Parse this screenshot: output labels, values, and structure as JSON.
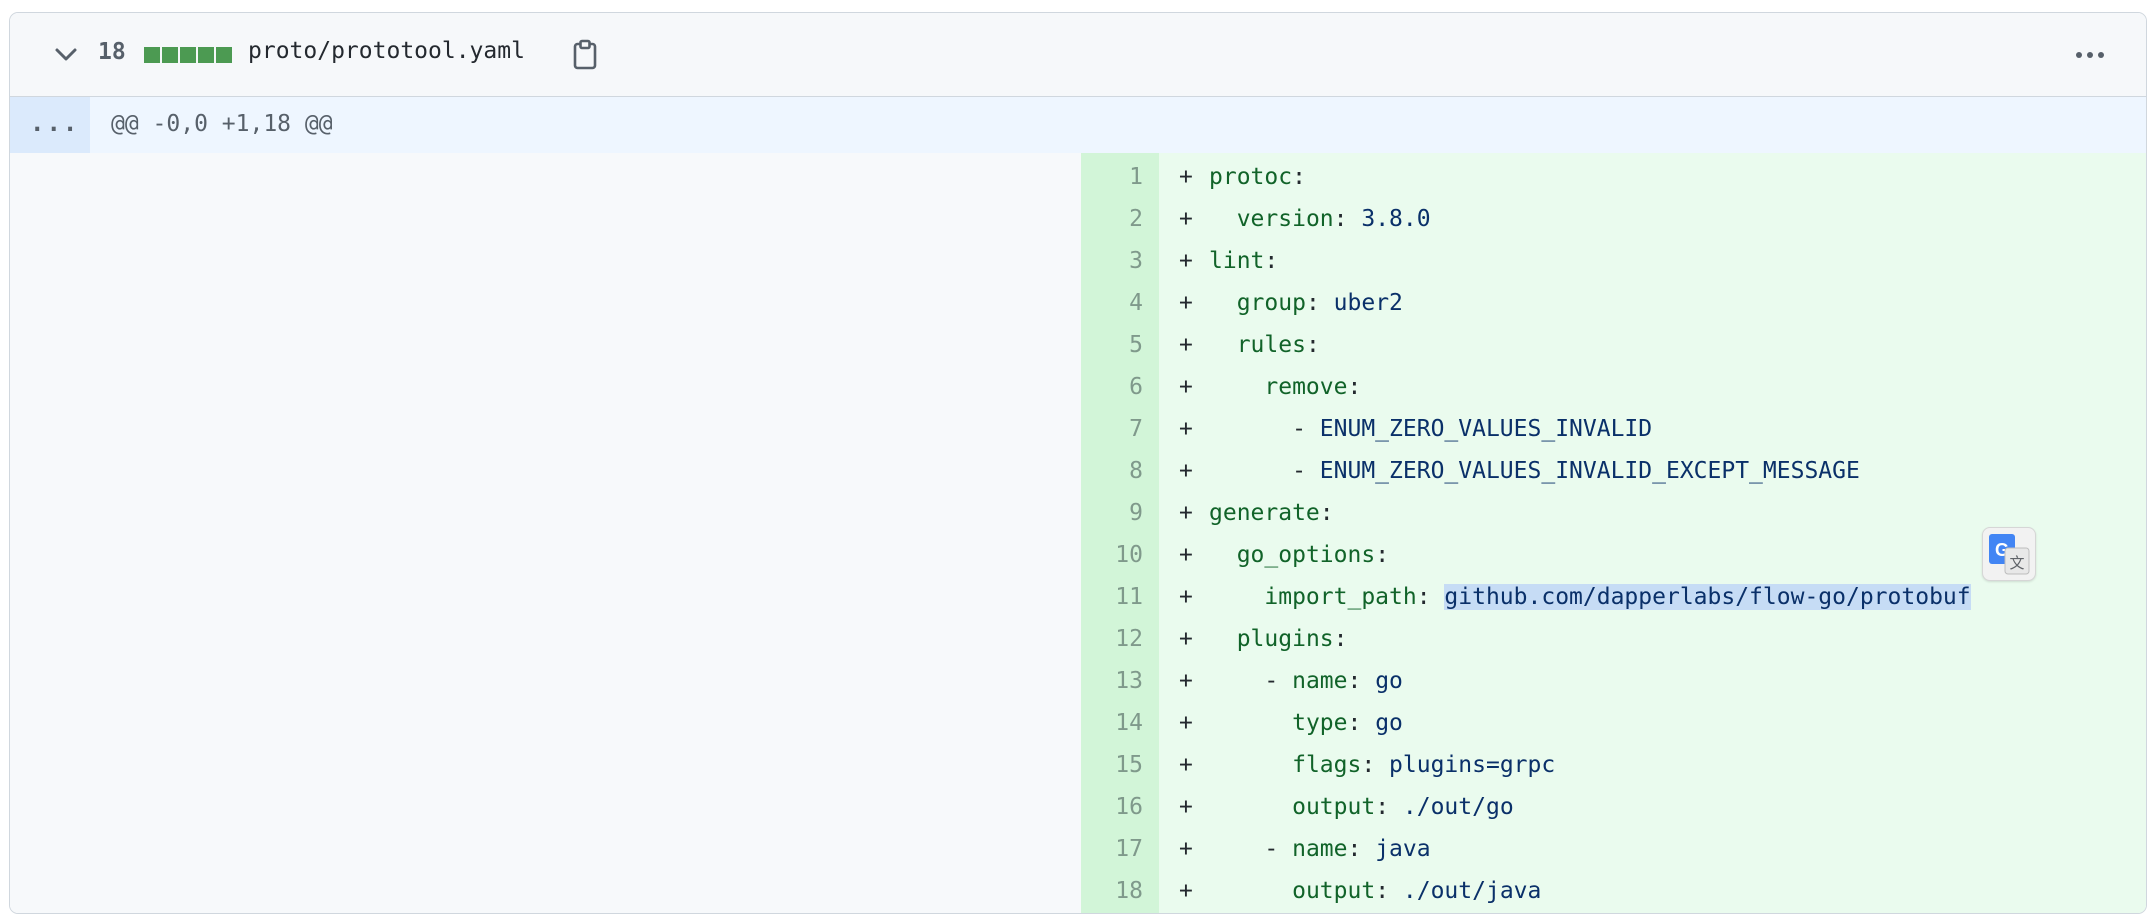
{
  "file_header": {
    "additions_count": "18",
    "diffstat_blocks": 5,
    "diffstat_color": "#4c9a52",
    "file_path": "proto/prototool.yaml",
    "icons": {
      "collapse": "chevron-down-icon",
      "copy": "clipboard-icon",
      "more": "kebab-horizontal-icon"
    }
  },
  "hunk": {
    "expander_label": "...",
    "header": "@@ -0,0 +1,18 @@"
  },
  "diff": {
    "colors": {
      "addition_bg": "#eafbee",
      "addition_num_bg": "#d2f5d8",
      "key": "#116329",
      "value": "#0a3069",
      "selection": "#c6dcf5"
    },
    "lines": [
      {
        "num": "1",
        "marker": "+",
        "indent": "",
        "key": "protoc",
        "sep": ":",
        "value": ""
      },
      {
        "num": "2",
        "marker": "+",
        "indent": "  ",
        "key": "version",
        "sep": ": ",
        "value": "3.8.0"
      },
      {
        "num": "3",
        "marker": "+",
        "indent": "",
        "key": "lint",
        "sep": ":",
        "value": ""
      },
      {
        "num": "4",
        "marker": "+",
        "indent": "  ",
        "key": "group",
        "sep": ": ",
        "value": "uber2"
      },
      {
        "num": "5",
        "marker": "+",
        "indent": "  ",
        "key": "rules",
        "sep": ":",
        "value": ""
      },
      {
        "num": "6",
        "marker": "+",
        "indent": "    ",
        "key": "remove",
        "sep": ":",
        "value": ""
      },
      {
        "num": "7",
        "marker": "+",
        "indent": "      ",
        "key": "",
        "sep": "- ",
        "value": "ENUM_ZERO_VALUES_INVALID"
      },
      {
        "num": "8",
        "marker": "+",
        "indent": "      ",
        "key": "",
        "sep": "- ",
        "value": "ENUM_ZERO_VALUES_INVALID_EXCEPT_MESSAGE"
      },
      {
        "num": "9",
        "marker": "+",
        "indent": "",
        "key": "generate",
        "sep": ":",
        "value": ""
      },
      {
        "num": "10",
        "marker": "+",
        "indent": "  ",
        "key": "go_options",
        "sep": ":",
        "value": ""
      },
      {
        "num": "11",
        "marker": "+",
        "indent": "    ",
        "key": "import_path",
        "sep": ": ",
        "value": "github.com/dapperlabs/flow-go/protobuf",
        "selected": true
      },
      {
        "num": "12",
        "marker": "+",
        "indent": "  ",
        "key": "plugins",
        "sep": ":",
        "value": ""
      },
      {
        "num": "13",
        "marker": "+",
        "indent": "    ",
        "key": "name",
        "sep": ": ",
        "value": "go",
        "dash": "- "
      },
      {
        "num": "14",
        "marker": "+",
        "indent": "      ",
        "key": "type",
        "sep": ": ",
        "value": "go"
      },
      {
        "num": "15",
        "marker": "+",
        "indent": "      ",
        "key": "flags",
        "sep": ": ",
        "value": "plugins=grpc"
      },
      {
        "num": "16",
        "marker": "+",
        "indent": "      ",
        "key": "output",
        "sep": ": ",
        "value": "./out/go"
      },
      {
        "num": "17",
        "marker": "+",
        "indent": "    ",
        "key": "name",
        "sep": ": ",
        "value": "java",
        "dash": "- "
      },
      {
        "num": "18",
        "marker": "+",
        "indent": "      ",
        "key": "output",
        "sep": ": ",
        "value": "./out/java"
      }
    ]
  },
  "floating": {
    "translate_icon": "google-translate-icon"
  }
}
